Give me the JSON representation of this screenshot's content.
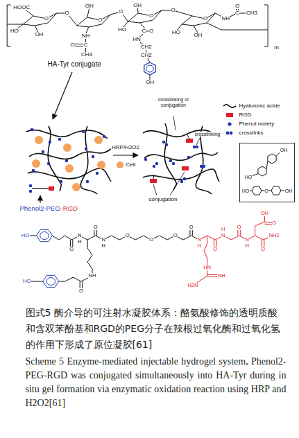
{
  "diagram": {
    "caption": "图式5 酶介导的可注射水凝胶体系：酪氨酸修饰的透明质酸和含双苯酚基和RGD的PEG分子在辣根过氧化酶和过氧化氢的作用下形成了原位凝胶[61]",
    "nodes": [
      {
        "text": [
          "OH",
          "HO",
          "HO",
          "O",
          "OH"
        ]
      }
    ],
    "labels": [
      "HOOC",
      "O",
      "HO",
      "OH",
      "O",
      "O",
      "OH",
      "NH",
      "C",
      "O",
      "CH3",
      "O",
      "O",
      "HO",
      "OH",
      "C=O",
      "HN",
      "CH2",
      "CH2",
      "OH",
      "O",
      "O",
      "HO",
      "OH",
      "NH",
      "O",
      "C",
      "CH3",
      "m",
      "HA-Tyr conjugate",
      "crosslinking or conjugation",
      "crosslinking",
      "conjugation",
      "HRP/H2O2",
      "Phenol2-PEG-",
      "RGD",
      "HO",
      "O",
      "N",
      "H",
      "O",
      "N",
      "H",
      "O",
      "O",
      "O",
      "O",
      "N",
      "H",
      "O",
      "N",
      "H",
      "O",
      "N",
      "H",
      "O",
      "NH2",
      "OH",
      "O",
      "HN",
      "NH",
      "H2N",
      "NH",
      "O",
      "HO",
      "Scheme 5 Enzyme-mediated injectable hydrogel system, Phenol2-PEG-RGD was conjugated simultaneously into HA-Tyr during in situ gel formation via enzymatic oxidation reaction using HRP and H2O2[61]"
    ],
    "legend": [
      {
        "text": "Cell",
        "color": "#f5a35c"
      },
      {
        "text": "Hyaluronic acide"
      },
      {
        "text": "RGD",
        "color": "#e0202a"
      },
      {
        "text": "Phenol moiety",
        "color": "#1e34b4"
      },
      {
        "text": "crosslinks"
      }
    ]
  }
}
